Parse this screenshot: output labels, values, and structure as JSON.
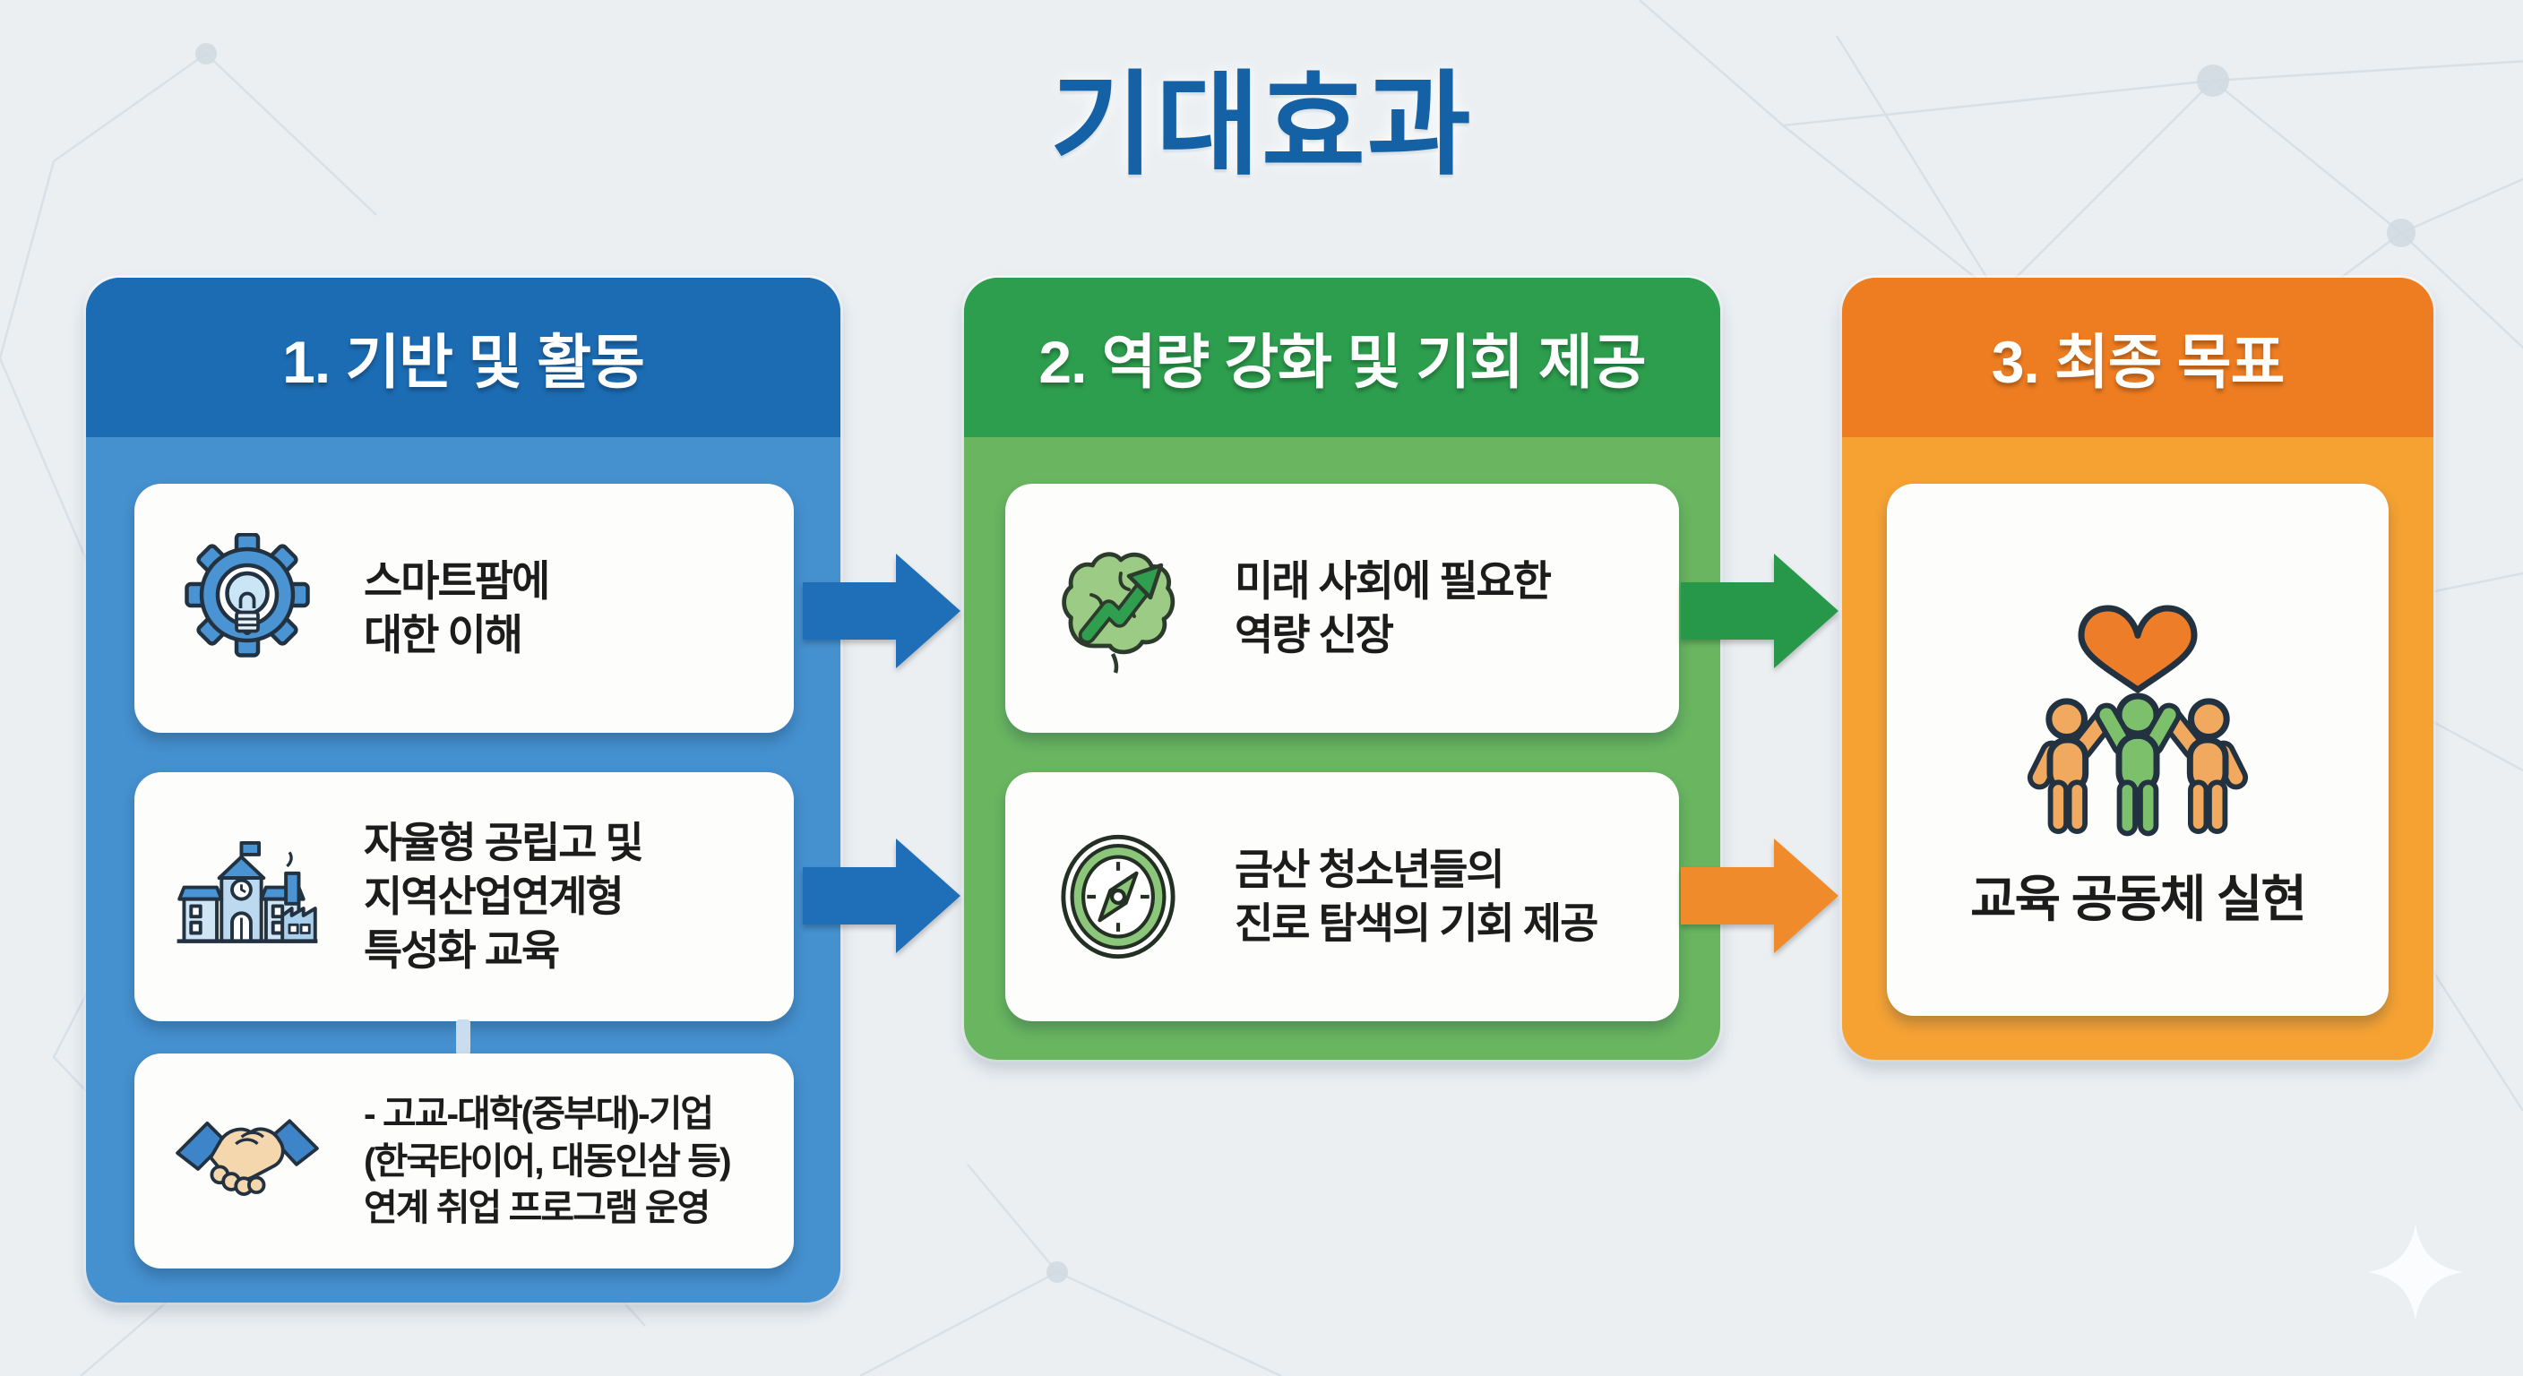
{
  "title": "기대효과",
  "background_color": "#ebeff2",
  "title_color": "#1461a5",
  "columns": [
    {
      "header": "1. 기반 및 활동",
      "header_color": "#1c6cb4",
      "body_color": "#4590cf",
      "arrow_color": "#1e6fb8",
      "cards": [
        {
          "icon": "gear-lightbulb-icon",
          "text": "스마트팜에\n대한 이해"
        },
        {
          "icon": "school-industry-icon",
          "text": "자율형 공립고 및\n지역산업연계형\n특성화 교육"
        },
        {
          "icon": "handshake-icon",
          "text": "- 고교-대학(중부대)-기업\n(한국타이어, 대동인삼 등)\n연계 취업 프로그램 운영"
        }
      ]
    },
    {
      "header": "2. 역량 강화 및 기회 제공",
      "header_color": "#2d9e4e",
      "body_color": "#69b560",
      "arrow_color": "#27984a",
      "cards": [
        {
          "icon": "brain-growth-icon",
          "text": "미래 사회에 필요한\n역량 신장"
        },
        {
          "icon": "compass-icon",
          "text": "금산 청소년들의\n진로 탐색의 기회 제공"
        }
      ]
    },
    {
      "header": "3. 최종 목표",
      "header_color": "#ee7d22",
      "body_color": "#f5a233",
      "arrow_color": "#ef8b2a",
      "cards": [
        {
          "icon": "community-heart-icon",
          "text": "교육 공동체 실현"
        }
      ]
    }
  ]
}
